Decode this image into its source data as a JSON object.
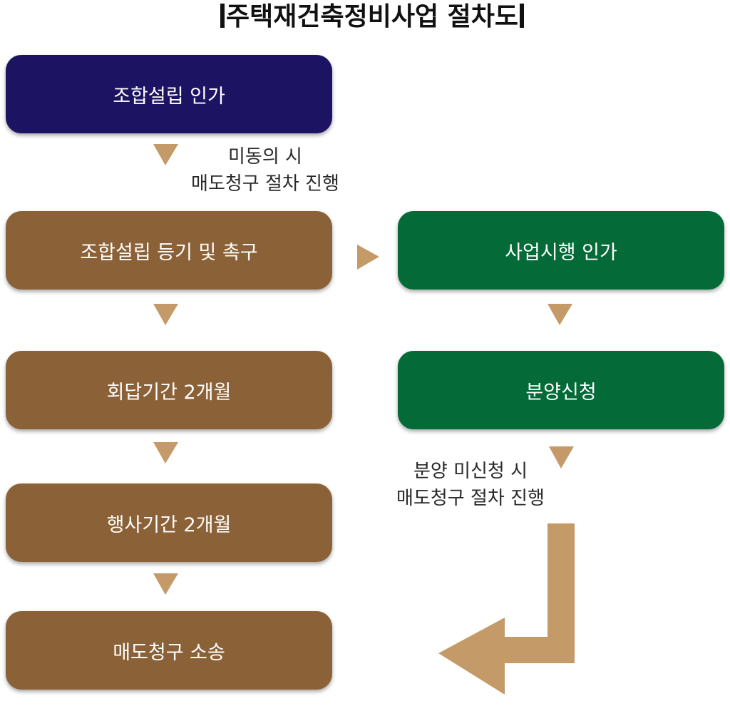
{
  "title": "주택재건축정비사업 절차도",
  "colors": {
    "navy": "#1c1462",
    "brown": "#8b6238",
    "green": "#046a38",
    "arrow": "#c49a68"
  },
  "left_column": [
    {
      "label": "조합설립 인가"
    },
    {
      "label": "조합설립 등기 및 촉구"
    },
    {
      "label": "회답기간 2개월"
    },
    {
      "label": "행사기간 2개월"
    },
    {
      "label": "매도청구 소송"
    }
  ],
  "right_column": [
    {
      "label": "사업시행 인가"
    },
    {
      "label": "분양신청"
    }
  ],
  "notes": {
    "non_consent": {
      "line1": "미동의 시",
      "line2": "매도청구 절차 진행"
    },
    "non_application": {
      "line1": "분양 미신청 시",
      "line2": "매도청구 절차 진행"
    }
  }
}
